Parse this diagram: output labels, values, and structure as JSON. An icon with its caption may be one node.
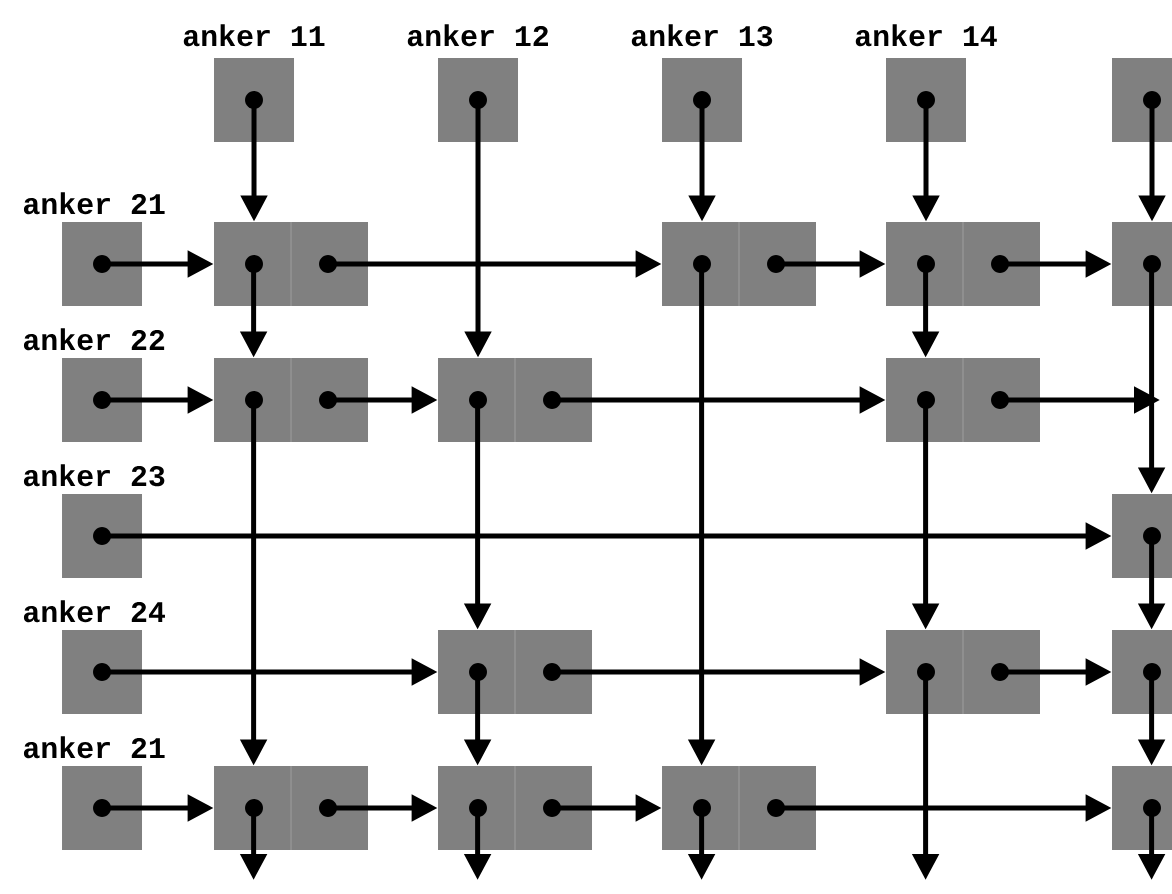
{
  "diagram": {
    "nodes": [
      {
        "text": [
          "anker 11"
        ]
      },
      {
        "text": [
          "anker 12"
        ]
      },
      {
        "text": [
          "anker 13"
        ]
      },
      {
        "text": [
          "anker 14"
        ]
      },
      {
        "text": [],
        "shape": "box"
      },
      {
        "text": [
          "anker 21"
        ]
      },
      {
        "text": [],
        "shape": "box"
      },
      {
        "text": [],
        "shape": "box"
      },
      {
        "text": [],
        "shape": "box"
      },
      {
        "text": [],
        "shape": "box"
      },
      {
        "text": [
          "anker 22"
        ]
      },
      {
        "text": [],
        "shape": "box"
      },
      {
        "text": [],
        "shape": "box"
      },
      {
        "text": [],
        "shape": "box"
      },
      {
        "text": [
          "anker 23"
        ]
      },
      {
        "text": [],
        "shape": "box"
      },
      {
        "text": [
          "anker 24"
        ]
      },
      {
        "text": [],
        "shape": "box"
      },
      {
        "text": [],
        "shape": "box"
      },
      {
        "text": [],
        "shape": "box"
      },
      {
        "text": [
          "anker 21"
        ]
      },
      {
        "text": [],
        "shape": "box"
      },
      {
        "text": [],
        "shape": "box"
      },
      {
        "text": [],
        "shape": "box"
      },
      {
        "text": [],
        "shape": "box"
      }
    ],
    "edges": [
      {
        "from": 0,
        "to": 6,
        "arrow": "to"
      },
      {
        "from": 6,
        "to": 11,
        "arrow": "to"
      },
      {
        "from": 11,
        "to": 21,
        "arrow": "to"
      },
      {
        "from": 21,
        "to": null,
        "arrow": "to"
      },
      {
        "from": 1,
        "to": 12,
        "arrow": "to"
      },
      {
        "from": 12,
        "to": 17,
        "arrow": "to"
      },
      {
        "from": 17,
        "to": 22,
        "arrow": "to"
      },
      {
        "from": 22,
        "to": null,
        "arrow": "to"
      },
      {
        "from": 2,
        "to": 7,
        "arrow": "to"
      },
      {
        "from": 7,
        "to": 23,
        "arrow": "to"
      },
      {
        "from": 23,
        "to": null,
        "arrow": "to"
      },
      {
        "from": 3,
        "to": 8,
        "arrow": "to"
      },
      {
        "from": 8,
        "to": 13,
        "arrow": "to"
      },
      {
        "from": 13,
        "to": 18,
        "arrow": "to"
      },
      {
        "from": 18,
        "to": null,
        "arrow": "to"
      },
      {
        "from": 4,
        "to": 9,
        "arrow": "to"
      },
      {
        "from": 9,
        "to": 15,
        "arrow": "to"
      },
      {
        "from": 15,
        "to": 19,
        "arrow": "to"
      },
      {
        "from": 19,
        "to": 24,
        "arrow": "to"
      },
      {
        "from": 24,
        "to": null,
        "arrow": "to"
      },
      {
        "from": 5,
        "to": 6,
        "arrow": "to"
      },
      {
        "from": 6,
        "to": 7,
        "arrow": "to"
      },
      {
        "from": 7,
        "to": 8,
        "arrow": "to"
      },
      {
        "from": 8,
        "to": 9,
        "arrow": "to"
      },
      {
        "from": 10,
        "to": 11,
        "arrow": "to"
      },
      {
        "from": 11,
        "to": 12,
        "arrow": "to"
      },
      {
        "from": 12,
        "to": 13,
        "arrow": "to"
      },
      {
        "from": 13,
        "to": null,
        "arrow": "to"
      },
      {
        "from": 14,
        "to": 15,
        "arrow": "to"
      },
      {
        "from": 16,
        "to": 17,
        "arrow": "to"
      },
      {
        "from": 17,
        "to": 18,
        "arrow": "to"
      },
      {
        "from": 18,
        "to": 19,
        "arrow": "to"
      },
      {
        "from": 20,
        "to": 21,
        "arrow": "to"
      },
      {
        "from": 21,
        "to": 22,
        "arrow": "to"
      },
      {
        "from": 22,
        "to": 23,
        "arrow": "to"
      },
      {
        "from": 23,
        "to": 24,
        "arrow": "to"
      }
    ]
  }
}
